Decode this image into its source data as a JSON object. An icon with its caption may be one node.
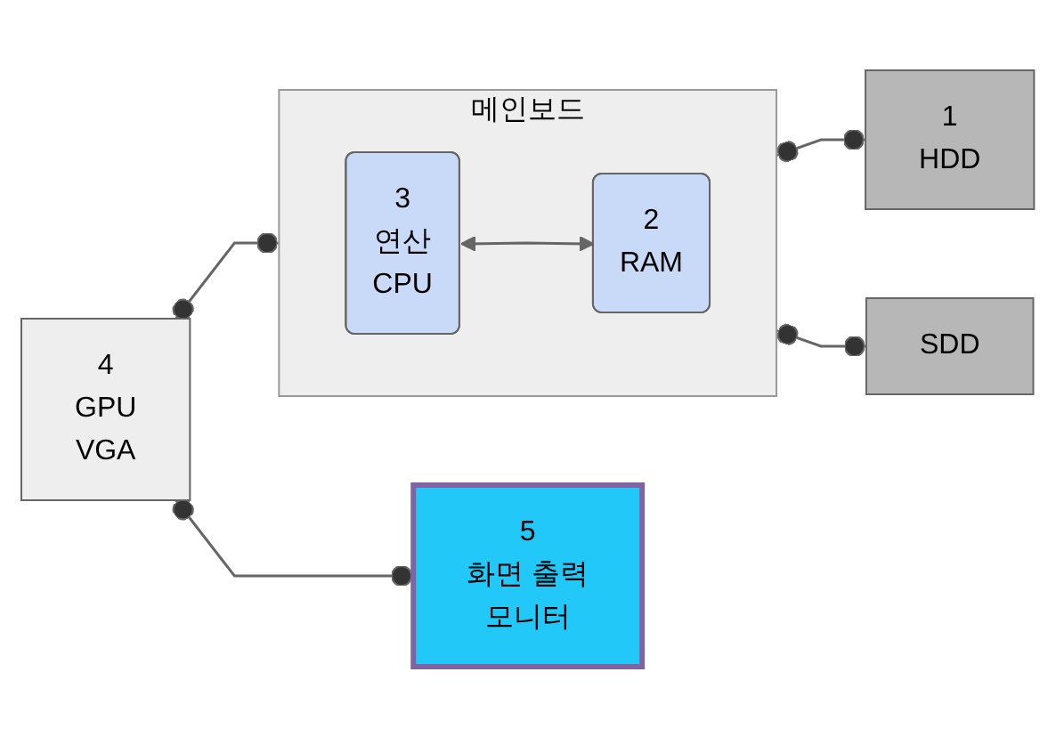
{
  "diagram": {
    "nodes": [
      {
        "text": [
          "4",
          "GPU",
          "VGA"
        ]
      },
      {
        "text": [
          "5",
          "화면 출력",
          "모니터"
        ]
      },
      {
        "text": [
          "메인보드"
        ]
      },
      {
        "text": [
          "3",
          "연산",
          "CPU"
        ],
        "in": 2
      },
      {
        "text": [
          "2",
          "RAM"
        ],
        "in": 2
      },
      {
        "text": [
          "1",
          "HDD"
        ]
      },
      {
        "text": [
          "SDD"
        ]
      }
    ],
    "edges": [
      {
        "from": 0,
        "to": 1,
        "arrow": "other"
      },
      {
        "from": 0,
        "to": 2,
        "arrow": "other"
      },
      {
        "from": 3,
        "to": 4,
        "arrow": "both"
      },
      {
        "from": 2,
        "to": 5,
        "arrow": "other"
      },
      {
        "from": 2,
        "to": 6,
        "arrow": "other"
      }
    ]
  }
}
